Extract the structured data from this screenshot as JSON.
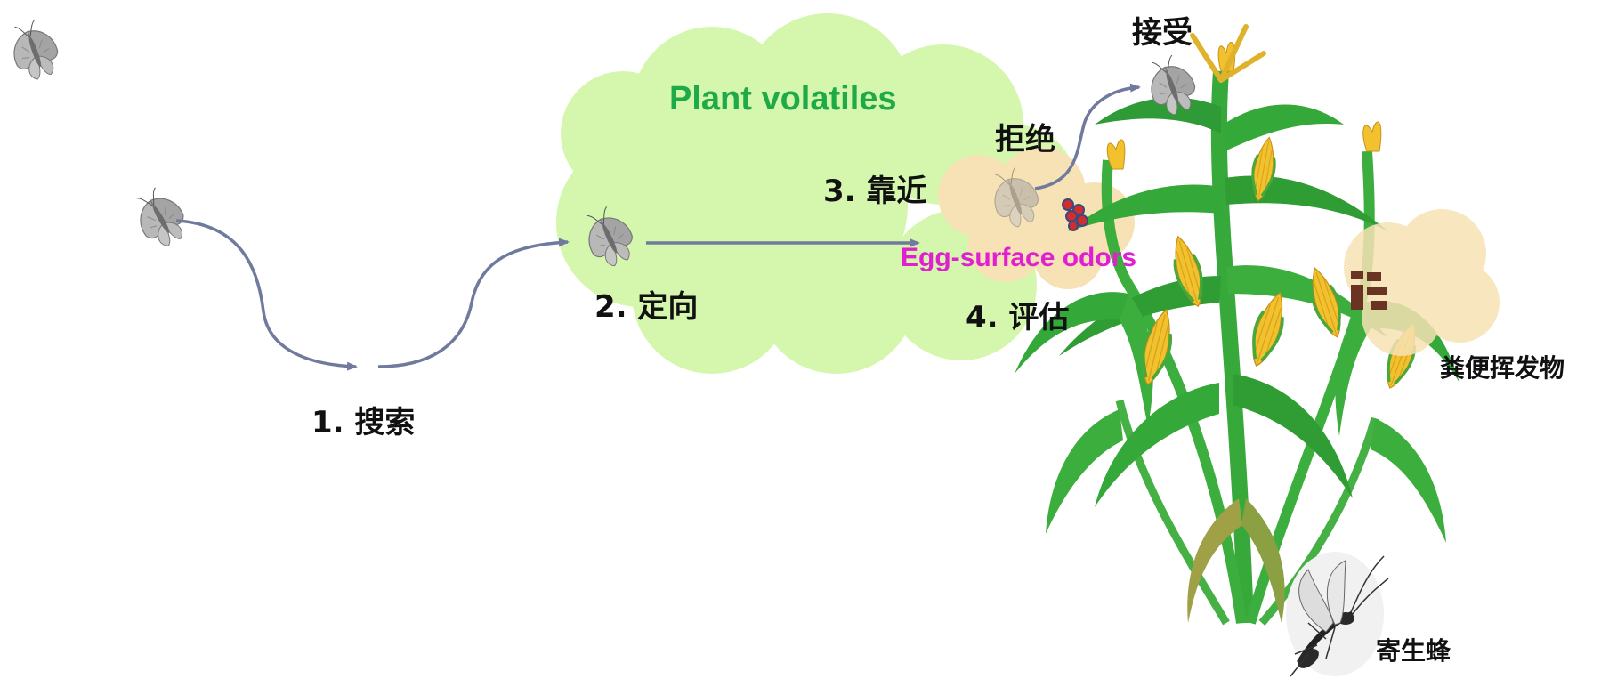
{
  "labels": {
    "step1": "1. 搜索",
    "step2": "2. 定向",
    "step3": "3. 靠近",
    "step4": "4. 评估",
    "accept": "接受",
    "reject": "拒绝",
    "plant_volatiles": "Plant volatiles",
    "egg_surface_odors": "Egg-surface odors",
    "frass_volatiles": "粪便挥发物",
    "parasitoid_wasp": "寄生蜂"
  },
  "colors": {
    "cloud_green": "#d4f7ad",
    "cloud_beige": "#f7e2b5",
    "arrow": "#6f7a9c",
    "plant_green": "#34a838",
    "corn_yellow": "#f2c12e",
    "label_green": "#1faa48",
    "label_magenta": "#e020d0",
    "frass_brown": "#6b3422",
    "egg_red": "#d22d2d"
  },
  "icons": [
    "moth-icon",
    "corn-plant-icon",
    "egg-cluster-icon",
    "frass-icon",
    "parasitoid-wasp-icon"
  ]
}
